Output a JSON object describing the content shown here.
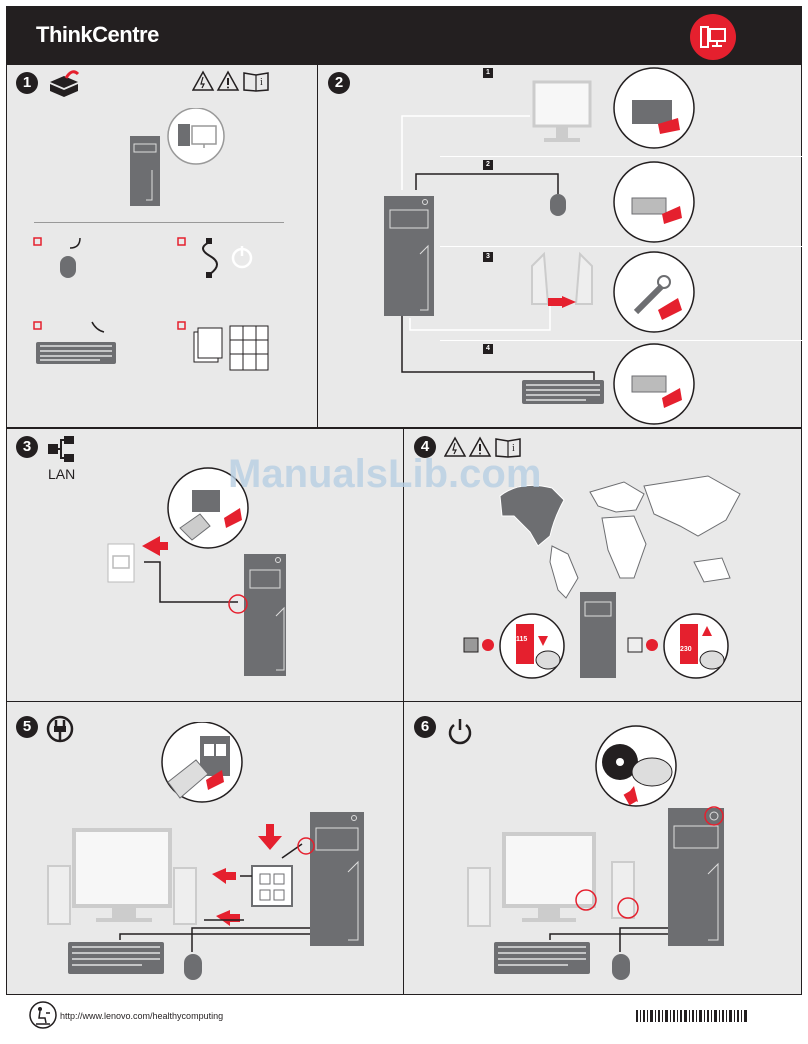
{
  "header": {
    "brand": "ThinkCentre",
    "icon": "desktop-monitor-icon"
  },
  "steps": {
    "s1": "1",
    "s2": "2",
    "s3": "3",
    "s4": "4",
    "s5": "5",
    "s6": "6"
  },
  "step2": {
    "sub1": "1",
    "sub2": "2",
    "sub3": "3",
    "sub4": "4"
  },
  "step3": {
    "lan_label": "LAN"
  },
  "step4": {
    "switch_115": "115",
    "switch_230": "230"
  },
  "watermark": "ManualsLib.com",
  "footer": {
    "url": "http://www.lenovo.com/healthycomputing"
  },
  "colors": {
    "accent": "#e5202e",
    "dark": "#231f20",
    "panel": "#e9e9e9",
    "device": "#6d6e71"
  }
}
